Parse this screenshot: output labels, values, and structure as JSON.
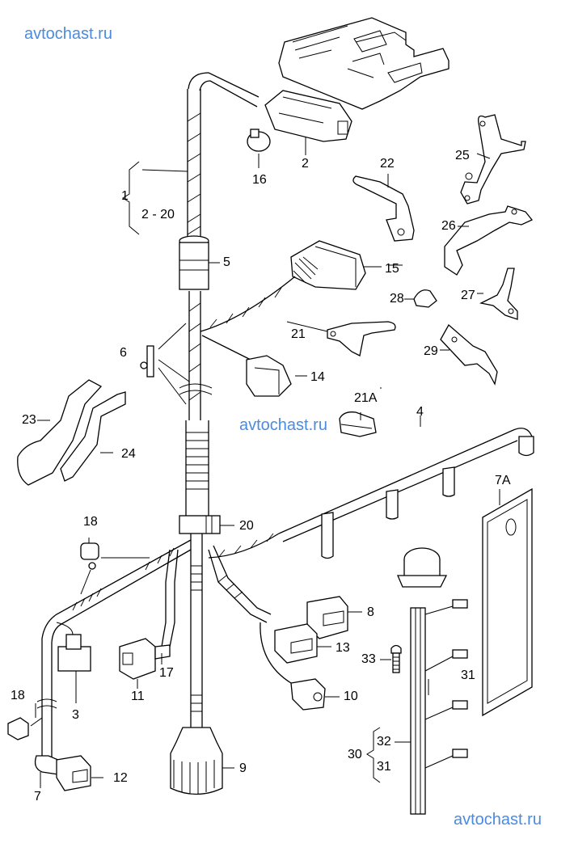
{
  "diagram": {
    "title": "Engine wiring harness — exploded parts diagram",
    "watermarks": [
      "avtochast.ru",
      "avtochast.ru",
      "avtochast.ru"
    ],
    "group_labels": {
      "harness_group": {
        "number": "1",
        "range": "2 - 20"
      },
      "sender_group": {
        "number": "30",
        "items": [
          "32",
          "31"
        ]
      }
    },
    "callouts": [
      {
        "id": "p2",
        "label": "2",
        "part": "ECU multi-pin connector"
      },
      {
        "id": "p16",
        "label": "16",
        "part": "hose clamp"
      },
      {
        "id": "p22",
        "label": "22",
        "part": "bracket"
      },
      {
        "id": "p25",
        "label": "25",
        "part": "bracket"
      },
      {
        "id": "p26",
        "label": "26",
        "part": "bracket with holder"
      },
      {
        "id": "p5",
        "label": "5",
        "part": "grommet"
      },
      {
        "id": "p15",
        "label": "15",
        "part": "connector housing"
      },
      {
        "id": "p28",
        "label": "28",
        "part": "clip"
      },
      {
        "id": "p27",
        "label": "27",
        "part": "bracket"
      },
      {
        "id": "p21",
        "label": "21",
        "part": "bracket"
      },
      {
        "id": "p29",
        "label": "29",
        "part": "bracket"
      },
      {
        "id": "p6",
        "label": "6",
        "part": "cable clip"
      },
      {
        "id": "p14",
        "label": "14",
        "part": "connector housing"
      },
      {
        "id": "p21a",
        "label": "21A",
        "part": "clip"
      },
      {
        "id": "p4",
        "label": "4",
        "part": "ignition lead set"
      },
      {
        "id": "p23",
        "label": "23",
        "part": "cable duct"
      },
      {
        "id": "p24",
        "label": "24",
        "part": "cover"
      },
      {
        "id": "p18a",
        "label": "18",
        "part": "cable tie holder"
      },
      {
        "id": "p20",
        "label": "20",
        "part": "clamp"
      },
      {
        "id": "p7a",
        "label": "7A",
        "part": "gasket"
      },
      {
        "id": "p8",
        "label": "8",
        "part": "connector housing"
      },
      {
        "id": "p13",
        "label": "13",
        "part": "connector housing"
      },
      {
        "id": "p33",
        "label": "33",
        "part": "bolt"
      },
      {
        "id": "p17",
        "label": "17",
        "part": "protective sleeve"
      },
      {
        "id": "p11",
        "label": "11",
        "part": "connector housing"
      },
      {
        "id": "p3",
        "label": "3",
        "part": "connector housing"
      },
      {
        "id": "p10",
        "label": "10",
        "part": "connector housing"
      },
      {
        "id": "p31a",
        "label": "31",
        "part": "connector"
      },
      {
        "id": "p18b",
        "label": "18",
        "part": "cable tie holder"
      },
      {
        "id": "p12",
        "label": "12",
        "part": "connector housing"
      },
      {
        "id": "p7",
        "label": "7",
        "part": "protective sleeve"
      },
      {
        "id": "p9",
        "label": "9",
        "part": "cap"
      }
    ]
  }
}
